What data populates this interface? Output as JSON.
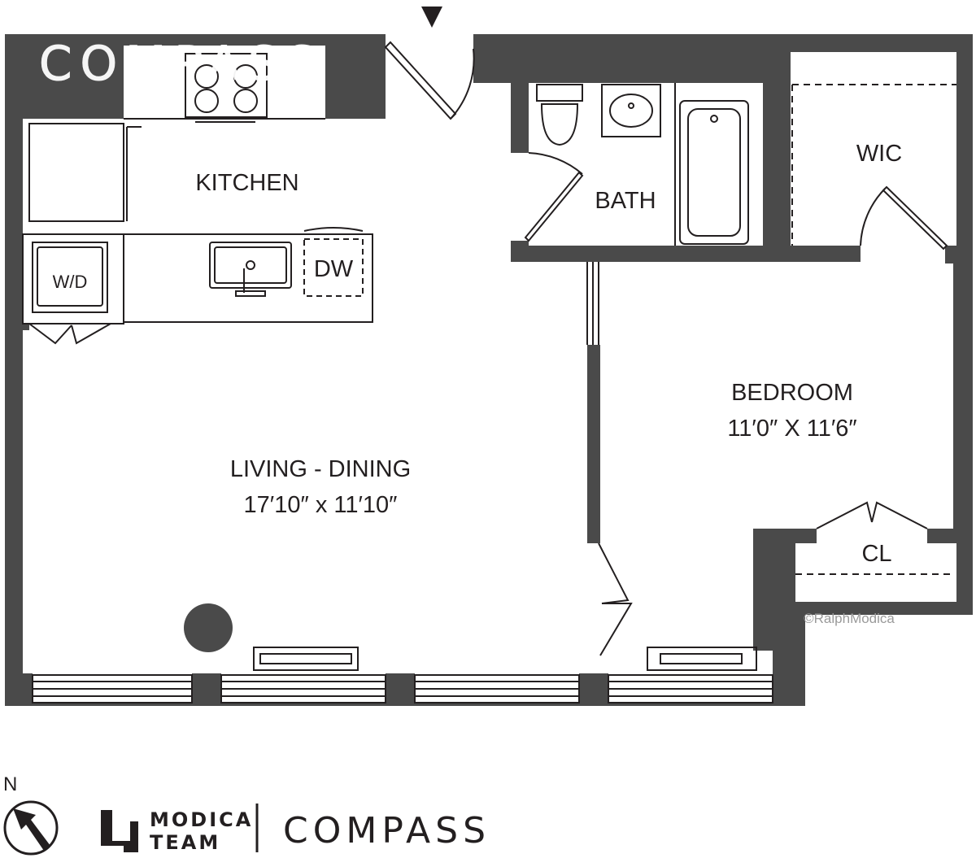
{
  "watermark": {
    "brand": "COMPASS"
  },
  "rooms": {
    "kitchen": "KITCHEN",
    "bath": "BATH",
    "wic": "WIC",
    "bedroom": "BEDROOM",
    "bedroom_dims": "11′0″ X 11′6″",
    "living": "LIVING - DINING",
    "living_dims": "17′10″ x 11′10″",
    "closet": "CL"
  },
  "fixtures": {
    "washer_dryer": "W/D",
    "dishwasher": "DW"
  },
  "copyright": "©RalphModica",
  "compass": {
    "north": "N"
  },
  "footer": {
    "team_line1": "MODICA",
    "team_line2": "TEAM",
    "brand": "COMPASS"
  },
  "colors": {
    "wall": "#4a4a4a",
    "line": "#231f20",
    "background": "#ffffff"
  }
}
